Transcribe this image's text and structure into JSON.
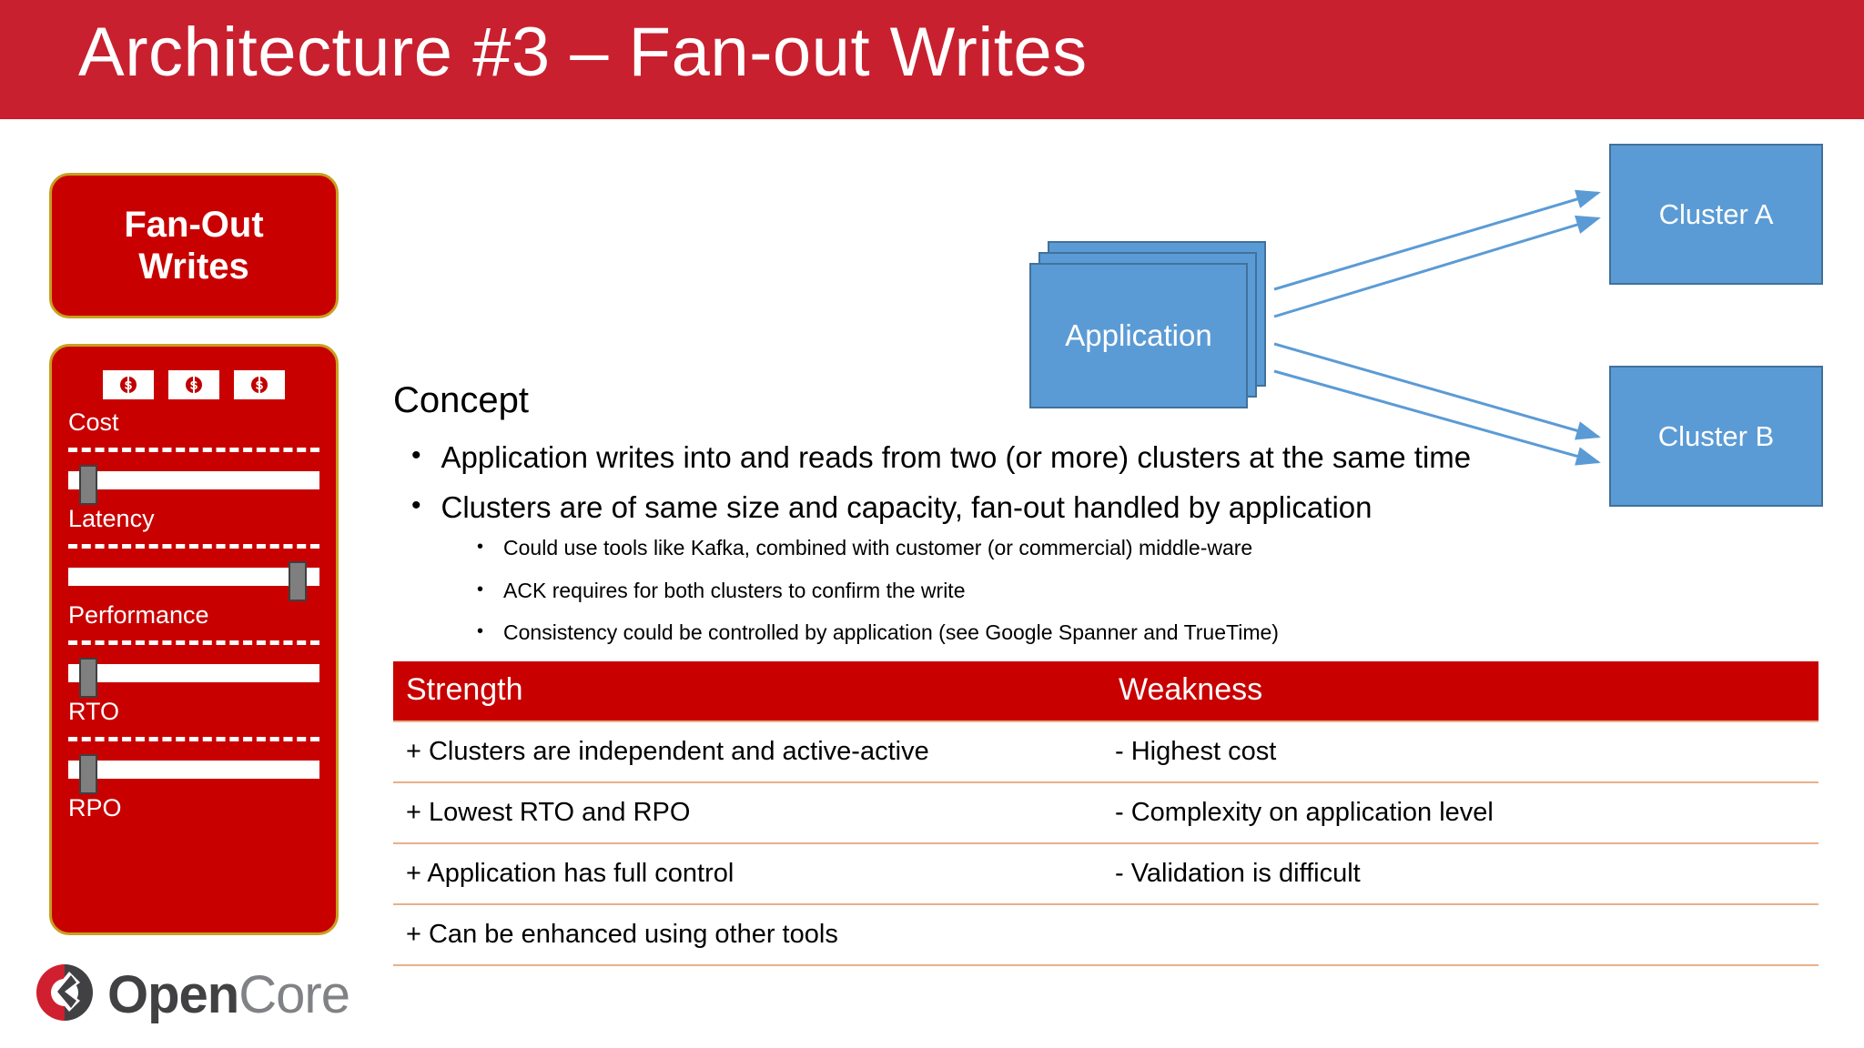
{
  "slide": {
    "title": "Architecture #3 – Fan-out Writes"
  },
  "left_panel": {
    "badge": {
      "line1": "Fan-Out",
      "line2": "Writes"
    },
    "metrics": {
      "cost": {
        "label": "Cost",
        "icon": "money-note-icon",
        "count": 3
      },
      "sliders": [
        {
          "label": "Latency",
          "position": "left",
          "handle_icon": "slider-handle-icon"
        },
        {
          "label": "Performance",
          "position": "right",
          "handle_icon": "slider-handle-icon"
        },
        {
          "label": "RTO",
          "position": "left",
          "handle_icon": "slider-handle-icon"
        },
        {
          "label": "RPO",
          "position": "left",
          "handle_icon": "slider-handle-icon"
        }
      ]
    }
  },
  "logo": {
    "icon": "opencore-mark-icon",
    "word_bold": "Open",
    "word_light": "Core"
  },
  "concept": {
    "heading": "Concept",
    "bullets": [
      "Application writes into and reads from two (or more) clusters at the same time",
      "Clusters are of same size and capacity, fan-out handled by application"
    ],
    "subbullets": [
      "Could use tools like Kafka, combined with customer (or commercial) middle-ware",
      "ACK requires for both clusters to confirm the write",
      "Consistency could be controlled by application (see Google Spanner and TrueTime)"
    ],
    "bullet_glyph": "•"
  },
  "diagram": {
    "application_label": "Application",
    "cluster_a_label": "Cluster A",
    "cluster_b_label": "Cluster B",
    "arrow_count": 4,
    "arrow_color": "#5B9BD5",
    "node_fill": "#5B9BD5",
    "node_border": "#41719C"
  },
  "table": {
    "headers": [
      "Strength",
      "Weakness"
    ],
    "rows": [
      [
        "+ Clusters are independent and active-active",
        "- Highest cost"
      ],
      [
        "+ Lowest RTO and RPO",
        "- Complexity on application level"
      ],
      [
        "+ Application has full control",
        "- Validation is difficult"
      ],
      [
        "+ Can be enhanced using other tools",
        ""
      ]
    ]
  },
  "colors": {
    "title_banner": "#C8202F",
    "panel_red": "#C80000",
    "panel_border_gold": "#C8A020",
    "table_header_red": "#C80000",
    "table_border": "#E8B08A",
    "accent_blue": "#5B9BD5"
  }
}
